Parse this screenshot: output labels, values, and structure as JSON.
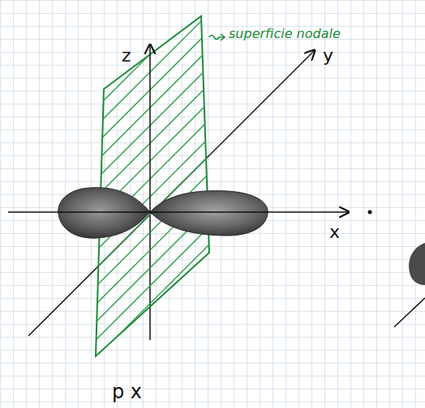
{
  "diagram": {
    "labels": [
      "z",
      "y",
      "x",
      "superficie nodale",
      "p x"
    ]
  }
}
